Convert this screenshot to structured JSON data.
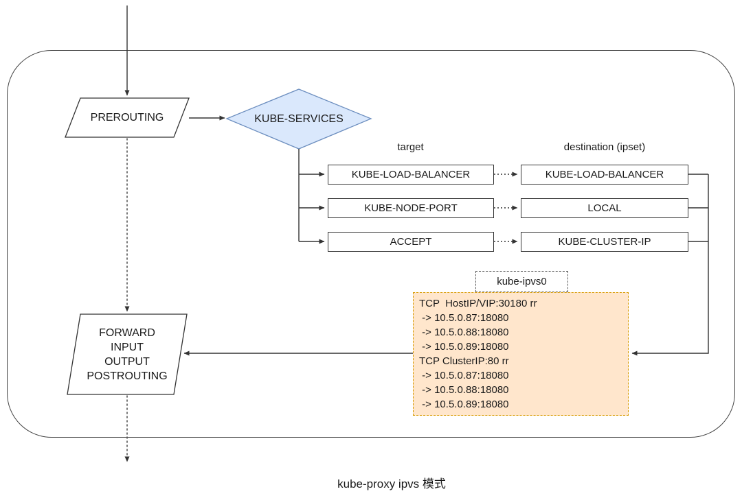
{
  "diagram": {
    "caption": "kube-proxy ipvs 模式",
    "nodes": {
      "prerouting": "PREROUTING",
      "kube_services": "KUBE-SERVICES",
      "forward_chain": [
        "FORWARD",
        "INPUT",
        "OUTPUT",
        "POSTROUTING"
      ]
    },
    "table": {
      "target_header": "target",
      "destination_header": "destination (ipset)",
      "rows": [
        {
          "target": "KUBE-LOAD-BALANCER",
          "destination": "KUBE-LOAD-BALANCER"
        },
        {
          "target": "KUBE-NODE-PORT",
          "destination": "LOCAL"
        },
        {
          "target": "ACCEPT",
          "destination": "KUBE-CLUSTER-IP"
        }
      ]
    },
    "ipvs": {
      "device_label": "kube-ipvs0",
      "lines": [
        "TCP  HostIP/VIP:30180 rr",
        " -> 10.5.0.87:18080",
        " -> 10.5.0.88:18080",
        " -> 10.5.0.89:18080",
        "TCP ClusterIP:80 rr",
        " -> 10.5.0.87:18080",
        " -> 10.5.0.88:18080",
        " -> 10.5.0.89:18080"
      ]
    },
    "colors": {
      "decision_fill": "#dae8fc",
      "decision_border": "#6c8ebf",
      "ipvs_fill": "#ffe6cc",
      "ipvs_border": "#d79b00",
      "line": "#333333"
    }
  }
}
